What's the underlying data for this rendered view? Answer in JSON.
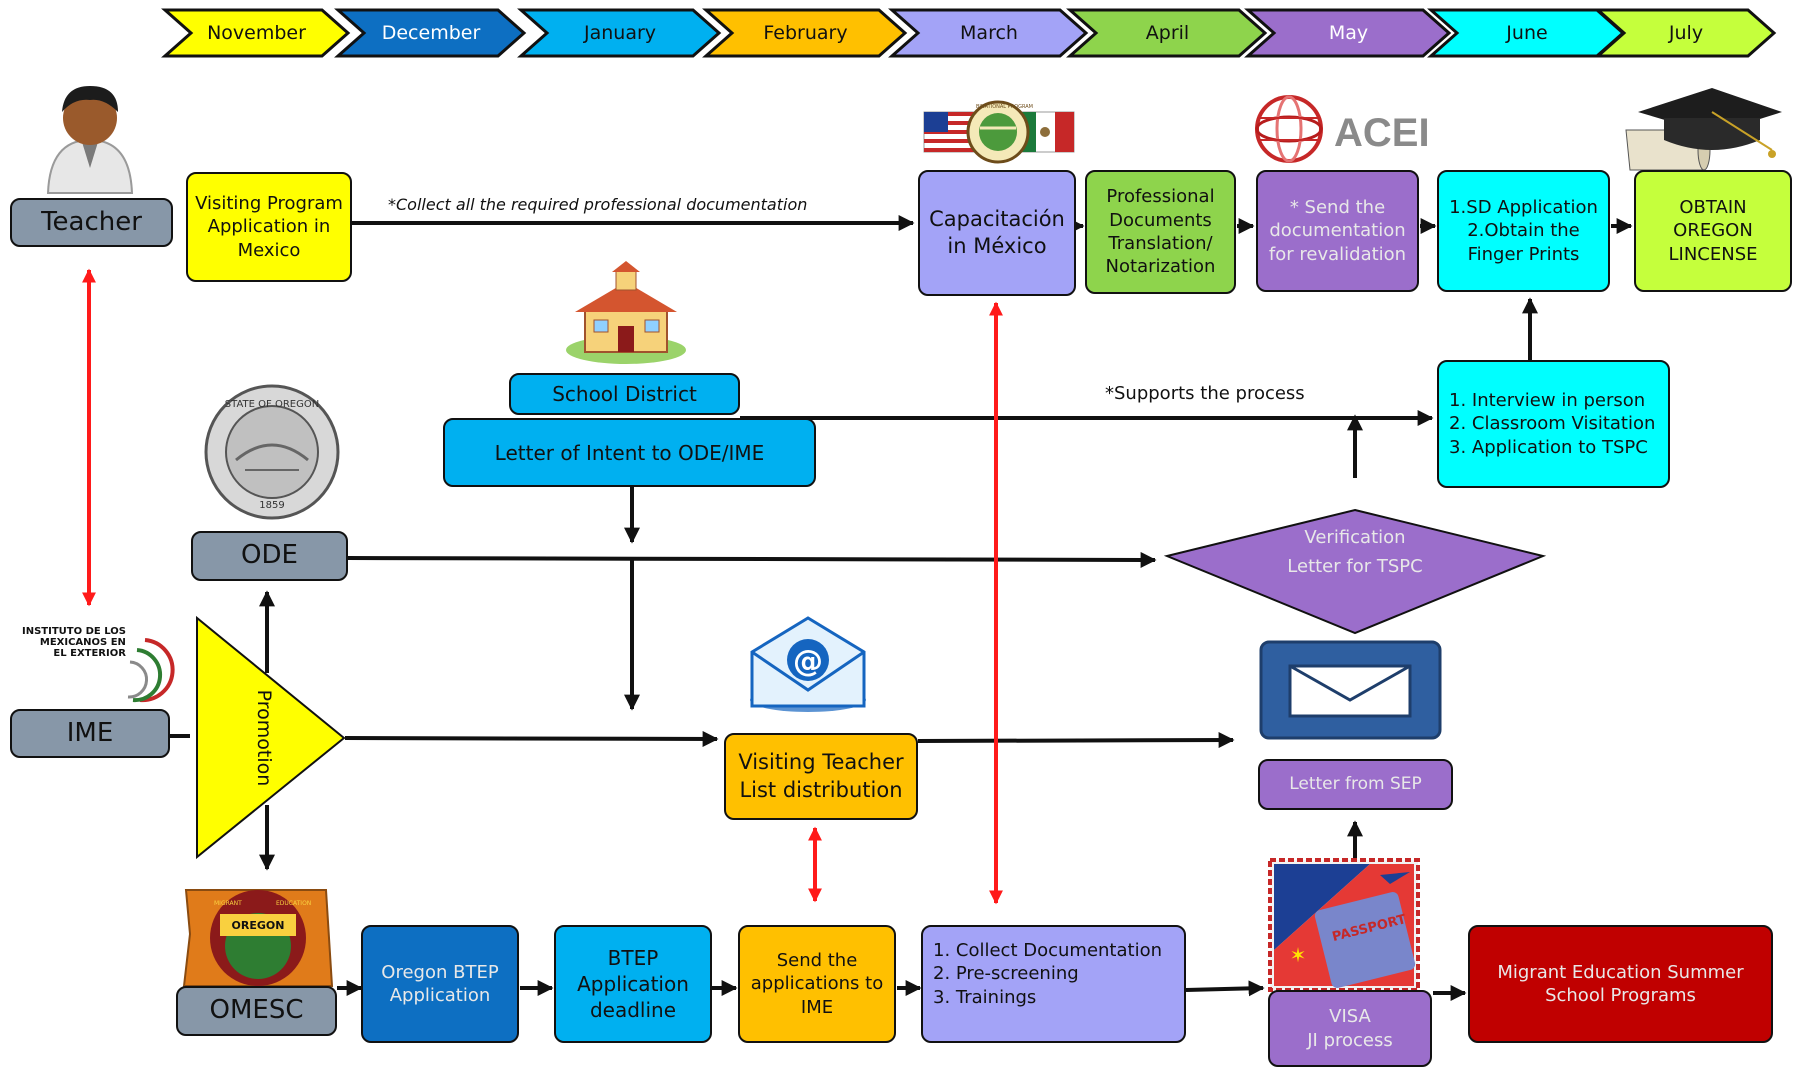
{
  "timeline": {
    "months": [
      {
        "label": "November",
        "color": "#ffff00",
        "text_color": "#111111"
      },
      {
        "label": "December",
        "color": "#0d6fc2",
        "text_color": "#ffffff"
      },
      {
        "label": "January",
        "color": "#00b0f0",
        "text_color": "#111111"
      },
      {
        "label": "February",
        "color": "#ffc000",
        "text_color": "#111111"
      },
      {
        "label": "March",
        "color": "#a3a3f7",
        "text_color": "#111111"
      },
      {
        "label": "April",
        "color": "#8ed44c",
        "text_color": "#111111"
      },
      {
        "label": "May",
        "color": "#9b6ecb",
        "text_color": "#ffffff"
      },
      {
        "label": "June",
        "color": "#00ffff",
        "text_color": "#111111"
      },
      {
        "label": "July",
        "color": "#c5ff3c",
        "text_color": "#111111"
      }
    ]
  },
  "actors": {
    "teacher": "Teacher",
    "ode": "ODE",
    "ime": "IME",
    "omesc": "OMESC",
    "school_district": "School District"
  },
  "logos": {
    "ime": "INSTITUTO DE LOS\nMEXICANOS EN\nEL EXTERIOR",
    "ode_seal": "STATE OF OREGON",
    "ode_seal_year": "1859",
    "omesc": "OREGON",
    "omesc_ring_left": "MIGRANT",
    "omesc_ring_right": "EDUCATION",
    "binational": "BINATIONAL PROGRAM",
    "acei": "ACEI",
    "passport": "PASSPORT"
  },
  "nodes": {
    "visiting_program": "Visiting Program\nApplication in\nMexico",
    "capacitacion": "Capacitación\nin México",
    "translation": "Professional\nDocuments\nTranslation/\nNotarization",
    "send_documentation": "* Send the\ndocumentation\nfor revalidation",
    "sd_application": "1.SD Application\n2.Obtain the\nFinger Prints",
    "obtain_license": "OBTAIN\nOREGON\nLINCENSE",
    "letter_of_intent": "Letter of Intent to ODE/IME",
    "interview": "1.  Interview in person\n2.  Classroom Visitation\n3.  Application to TSPC",
    "verification": "Verification\nLetter for TSPC",
    "promotion": "Promotion",
    "visiting_teacher_list": "Visiting Teacher\nList distribution",
    "letter_from_sep": "Letter from SEP",
    "oregon_btep": "Oregon BTEP\nApplication",
    "btep_deadline": "BTEP\nApplication\ndeadline",
    "send_applications": "Send the\napplications to\nIME",
    "collect_documentation": "1. Collect Documentation\n2. Pre-screening\n3. Trainings",
    "visa": "VISA\nJI process",
    "migrant_summer": "Migrant Education Summer\nSchool Programs"
  },
  "annotations": {
    "collect_note": "*Collect all the required professional documentation",
    "supports_note": "*Supports the process"
  },
  "colors": {
    "yellow": "#ffff00",
    "lavender": "#a3a3f7",
    "green": "#8ed44c",
    "purple": "#9b6ecb",
    "cyan": "#00ffff",
    "lime": "#c5ff3c",
    "sky": "#00b0f0",
    "orange": "#ffc000",
    "blue": "#0d6fc2",
    "dark_red": "#c00000",
    "gray": "#8797a8",
    "red_arrow": "#ff1a1a"
  },
  "icons": [
    "person-icon",
    "schoolhouse-icon",
    "ode-seal-icon",
    "ime-logo-icon",
    "binational-flags-icon",
    "acei-logo-icon",
    "graduation-cap-icon",
    "email-at-icon",
    "envelope-icon",
    "omesc-logo-icon",
    "passport-icon"
  ]
}
